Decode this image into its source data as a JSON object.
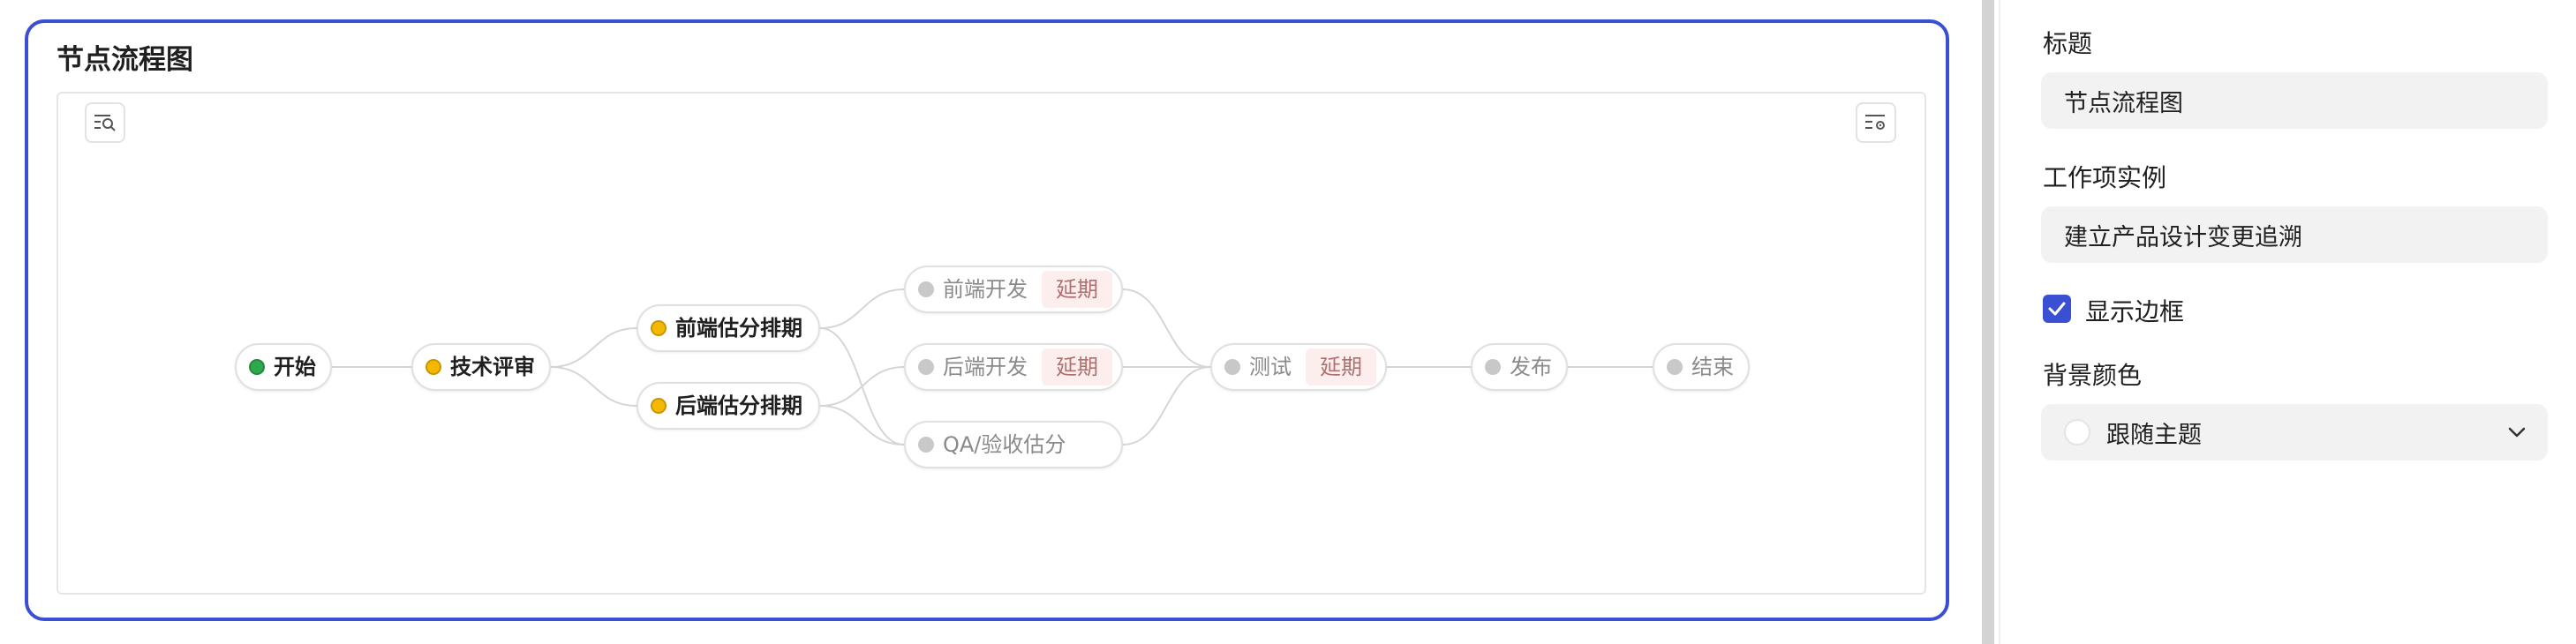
{
  "card": {
    "title": "节点流程图"
  },
  "toolbar": {
    "search_icon": "search-list-icon",
    "settings_icon": "list-settings-icon"
  },
  "colors": {
    "accent": "#3a4fd1",
    "status_done": "#2fa84f",
    "status_in_progress": "#f5b800",
    "status_pending": "#c8c8c8",
    "tag_bg": "#fdeeee"
  },
  "flow": {
    "nodes": [
      {
        "id": "start",
        "label": "开始",
        "status": "done"
      },
      {
        "id": "review",
        "label": "技术评审",
        "status": "in_progress"
      },
      {
        "id": "fe_est",
        "label": "前端估分排期",
        "status": "in_progress"
      },
      {
        "id": "be_est",
        "label": "后端估分排期",
        "status": "in_progress"
      },
      {
        "id": "fe_dev",
        "label": "前端开发",
        "status": "pending",
        "tag": "延期"
      },
      {
        "id": "be_dev",
        "label": "后端开发",
        "status": "pending",
        "tag": "延期"
      },
      {
        "id": "qa_est",
        "label": "QA/验收估分",
        "status": "pending"
      },
      {
        "id": "test",
        "label": "测试",
        "status": "pending",
        "tag": "延期"
      },
      {
        "id": "release",
        "label": "发布",
        "status": "pending"
      },
      {
        "id": "end",
        "label": "结束",
        "status": "pending"
      }
    ],
    "edges": [
      [
        "start",
        "review"
      ],
      [
        "review",
        "fe_est"
      ],
      [
        "review",
        "be_est"
      ],
      [
        "fe_est",
        "fe_dev"
      ],
      [
        "fe_est",
        "qa_est"
      ],
      [
        "be_est",
        "be_dev"
      ],
      [
        "be_est",
        "qa_est"
      ],
      [
        "fe_dev",
        "test"
      ],
      [
        "be_dev",
        "test"
      ],
      [
        "qa_est",
        "test"
      ],
      [
        "test",
        "release"
      ],
      [
        "release",
        "end"
      ]
    ]
  },
  "panel": {
    "title_label": "标题",
    "title_value": "节点流程图",
    "instance_label": "工作项实例",
    "instance_value": "建立产品设计变更追溯",
    "show_border_label": "显示边框",
    "show_border_checked": true,
    "bg_color_label": "背景颜色",
    "bg_color_value": "跟随主题"
  }
}
